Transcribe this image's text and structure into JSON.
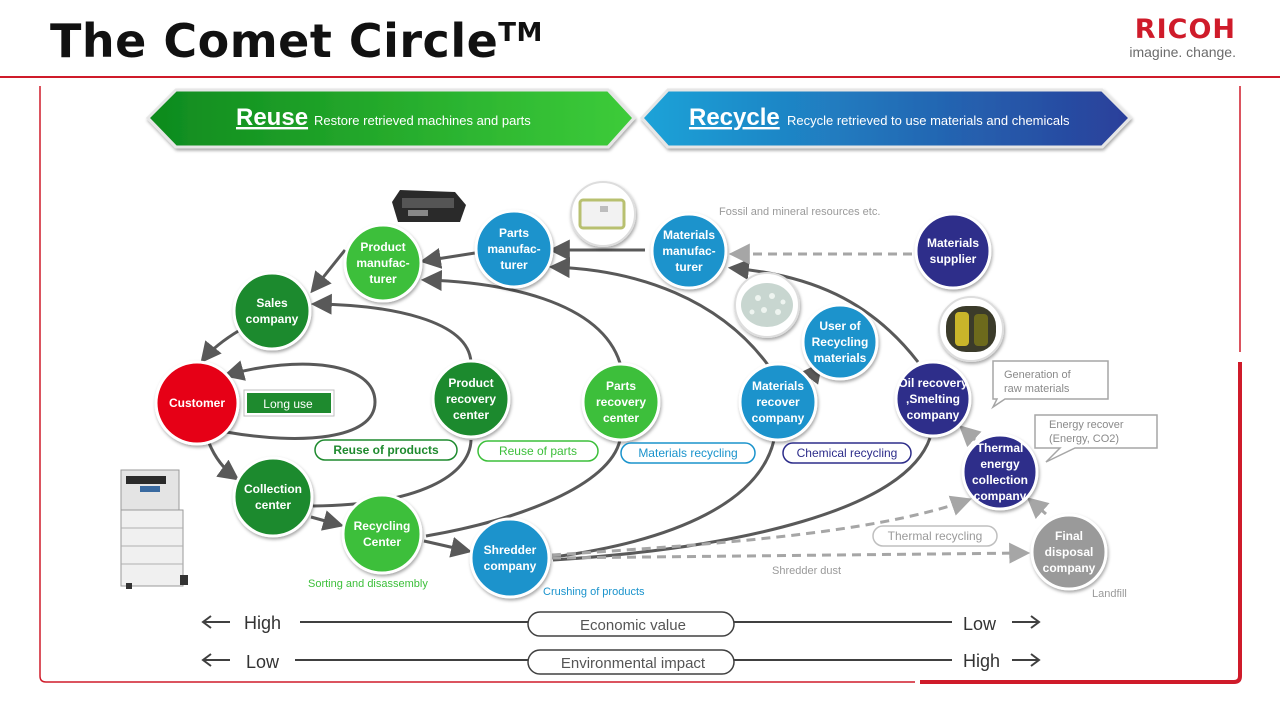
{
  "header": {
    "title": "The Comet Circle",
    "title_mark": "TM",
    "brand_name": "RICOH",
    "brand_tagline": "imagine. change."
  },
  "banners": {
    "reuse": {
      "label": "Reuse",
      "desc": "Restore retrieved machines and parts"
    },
    "recycle": {
      "label": "Recycle",
      "desc": "Recycle retrieved to use materials and chemicals"
    }
  },
  "nodes": {
    "customer": {
      "lines": [
        "Customer"
      ],
      "color": "#e60012"
    },
    "sales": {
      "lines": [
        "Sales",
        "company"
      ],
      "color": "#1e8a2e"
    },
    "product_mfr": {
      "lines": [
        "Product",
        "manufac-",
        "turer"
      ],
      "color": "#3cbf3a"
    },
    "parts_mfr": {
      "lines": [
        "Parts",
        "manufac-",
        "turer"
      ],
      "color": "#1a93cc"
    },
    "materials_mfr": {
      "lines": [
        "Materials",
        "manufac-",
        "turer"
      ],
      "color": "#1a93cc"
    },
    "materials_supplier": {
      "lines": [
        "Materials",
        "supplier"
      ],
      "color": "#2d2d8a"
    },
    "user_recycling": {
      "lines": [
        "User of",
        "Recycling",
        "materials"
      ],
      "color": "#1a93cc"
    },
    "product_recovery": {
      "lines": [
        "Product",
        "recovery",
        "center"
      ],
      "color": "#1e8a2e"
    },
    "parts_recovery": {
      "lines": [
        "Parts",
        "recovery",
        "center"
      ],
      "color": "#3cbf3a"
    },
    "materials_recover": {
      "lines": [
        "Materials",
        "recover",
        "company"
      ],
      "color": "#1a93cc"
    },
    "oil_recovery": {
      "lines": [
        "Oil recovery",
        ",Smelting",
        "company"
      ],
      "color": "#2d2d8a"
    },
    "thermal_energy": {
      "lines": [
        "Thermal",
        "energy",
        "collection",
        "company"
      ],
      "color": "#2d2d8a"
    },
    "collection": {
      "lines": [
        "Collection",
        "center"
      ],
      "color": "#1e8a2e"
    },
    "recycling_center": {
      "lines": [
        "Recycling",
        "Center"
      ],
      "color": "#3cbf3a"
    },
    "shredder": {
      "lines": [
        "Shredder",
        "company"
      ],
      "color": "#1a93cc"
    },
    "final_disposal": {
      "lines": [
        "Final",
        "disposal",
        "company"
      ],
      "color": "#9a9a9a"
    }
  },
  "tags": {
    "long_use": "Long use",
    "reuse_products": "Reuse of products",
    "reuse_parts": "Reuse of parts",
    "materials_recycling": "Materials recycling",
    "chemical_recycling": "Chemical recycling",
    "thermal_recycling": "Thermal recycling"
  },
  "annotations": {
    "fossil": "Fossil and mineral resources etc.",
    "sorting": "Sorting and disassembly",
    "crushing": "Crushing of products",
    "shredder_dust": "Shredder dust",
    "landfill": "Landfill"
  },
  "callouts": {
    "raw_materials": [
      "Generation of",
      "raw materials"
    ],
    "energy_recover": [
      "Energy recover",
      "(Energy, CO2)"
    ]
  },
  "scales": {
    "economic": {
      "left": "High",
      "label": "Economic value",
      "right": "Low"
    },
    "environmental": {
      "left": "Low",
      "label": "Environmental impact",
      "right": "High"
    }
  },
  "colors": {
    "brand_red": "#cf1b2a",
    "reuse_green": "#2fb12a",
    "recycle_blue": "#2a62b8",
    "arrow_gray": "#595959",
    "dashed_gray": "#a6a6a6"
  }
}
